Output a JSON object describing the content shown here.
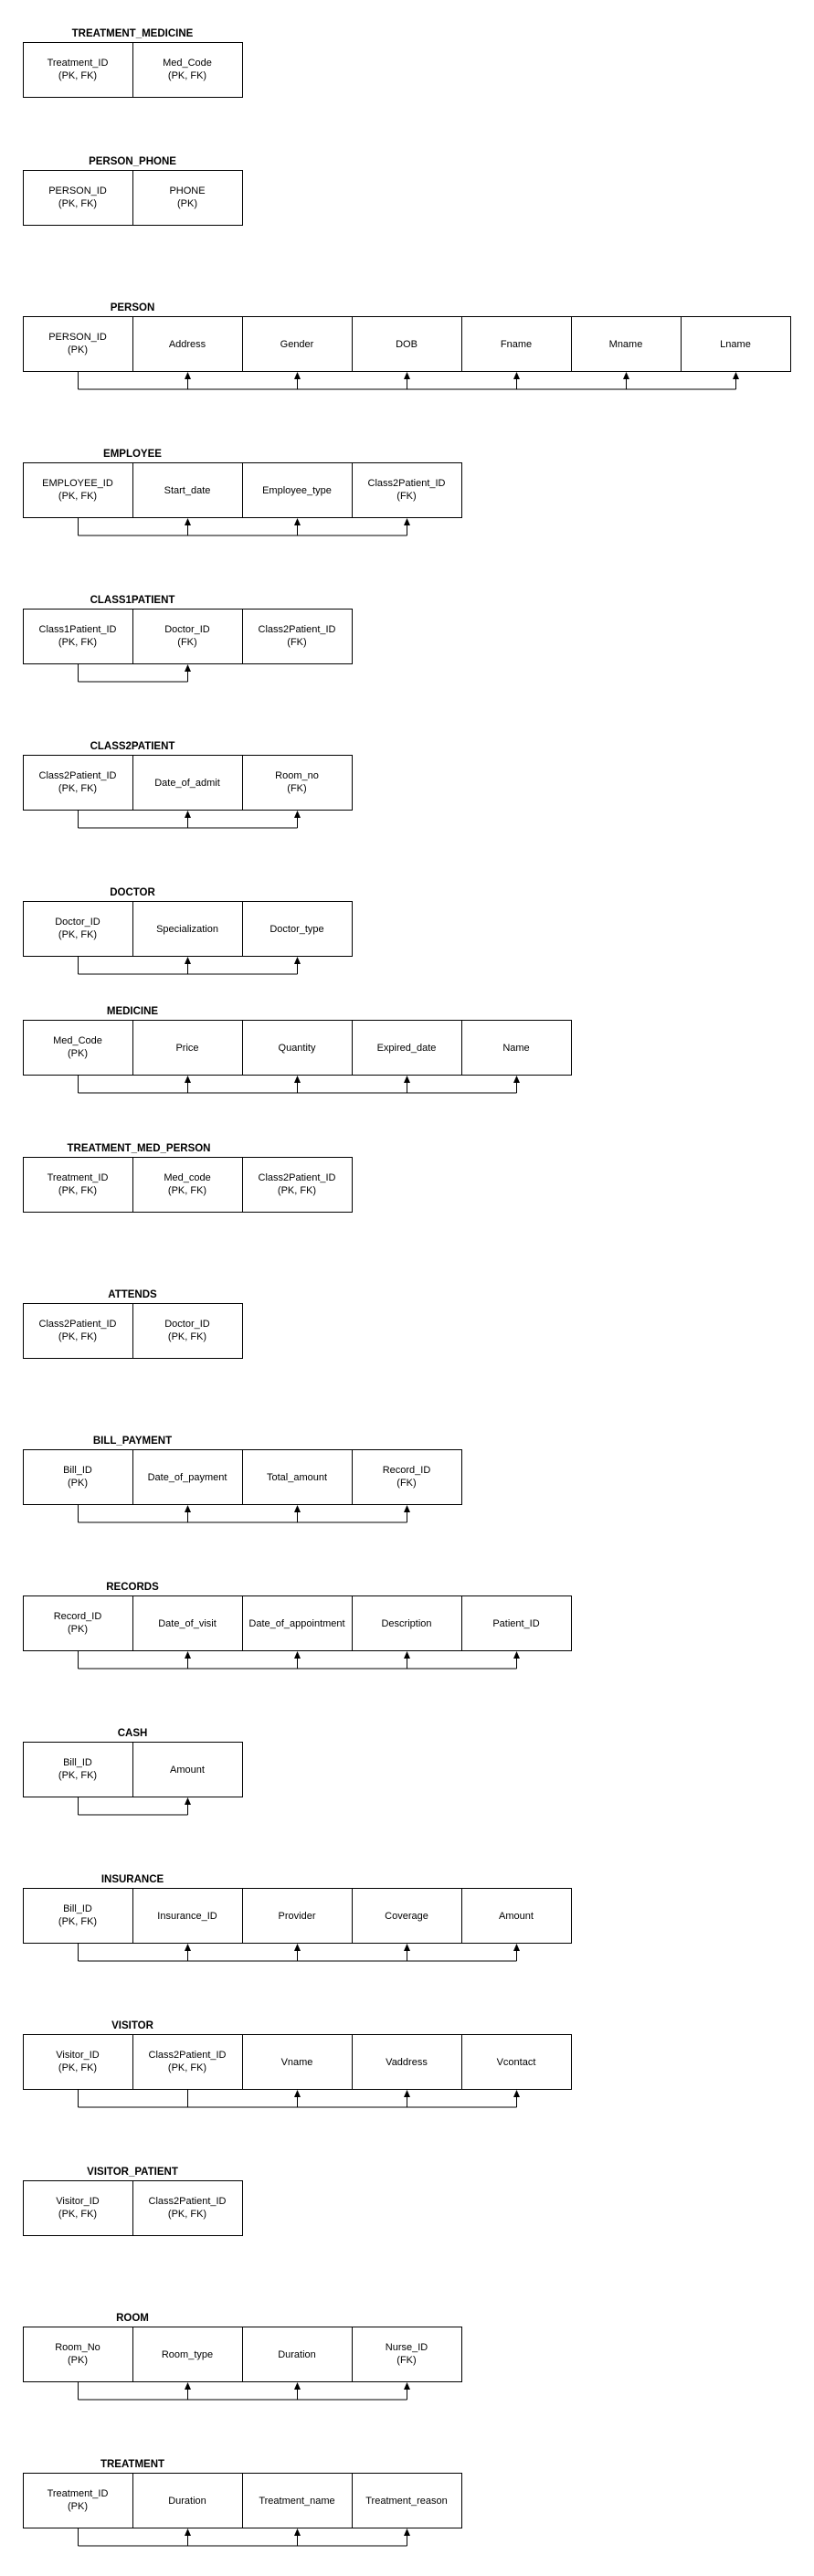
{
  "tables": [
    {
      "name": "TREATMENT_MEDICINE",
      "columns": [
        {
          "label": "Treatment_ID",
          "keys": "(PK, FK)"
        },
        {
          "label": "Med_Code",
          "keys": "(PK, FK)"
        }
      ],
      "dependencies": []
    },
    {
      "name": "PERSON_PHONE",
      "columns": [
        {
          "label": "PERSON_ID",
          "keys": "(PK, FK)"
        },
        {
          "label": "PHONE",
          "keys": "(PK)"
        }
      ],
      "dependencies": []
    },
    {
      "name": "PERSON",
      "columns": [
        {
          "label": "PERSON_ID",
          "keys": "(PK)"
        },
        {
          "label": "Address",
          "keys": ""
        },
        {
          "label": "Gender",
          "keys": ""
        },
        {
          "label": "DOB",
          "keys": ""
        },
        {
          "label": "Fname",
          "keys": ""
        },
        {
          "label": "Mname",
          "keys": ""
        },
        {
          "label": "Lname",
          "keys": ""
        }
      ],
      "dependencies": [
        {
          "from": 0,
          "to": [
            1,
            2,
            3,
            4,
            5,
            6
          ]
        }
      ]
    },
    {
      "name": "EMPLOYEE",
      "columns": [
        {
          "label": "EMPLOYEE_ID",
          "keys": "(PK, FK)"
        },
        {
          "label": "Start_date",
          "keys": ""
        },
        {
          "label": "Employee_type",
          "keys": ""
        },
        {
          "label": "Class2Patient_ID",
          "keys": "(FK)"
        }
      ],
      "dependencies": [
        {
          "from": 0,
          "to": [
            1,
            2,
            3
          ]
        }
      ]
    },
    {
      "name": "CLASS1PATIENT",
      "columns": [
        {
          "label": "Class1Patient_ID",
          "keys": "(PK, FK)"
        },
        {
          "label": "Doctor_ID",
          "keys": "(FK)"
        },
        {
          "label": "Class2Patient_ID",
          "keys": "(FK)"
        }
      ],
      "dependencies": [
        {
          "from": 0,
          "to": [
            1
          ]
        }
      ]
    },
    {
      "name": "CLASS2PATIENT",
      "columns": [
        {
          "label": "Class2Patient_ID",
          "keys": "(PK, FK)"
        },
        {
          "label": "Date_of_admit",
          "keys": ""
        },
        {
          "label": "Room_no",
          "keys": "(FK)"
        }
      ],
      "dependencies": [
        {
          "from": 0,
          "to": [
            1,
            2
          ]
        }
      ]
    },
    {
      "name": "DOCTOR",
      "columns": [
        {
          "label": "Doctor_ID",
          "keys": "(PK, FK)"
        },
        {
          "label": "Specialization",
          "keys": ""
        },
        {
          "label": "Doctor_type",
          "keys": ""
        }
      ],
      "dependencies": [
        {
          "from": 0,
          "to": [
            1,
            2
          ]
        }
      ]
    },
    {
      "name": "MEDICINE",
      "columns": [
        {
          "label": "Med_Code",
          "keys": "(PK)"
        },
        {
          "label": "Price",
          "keys": ""
        },
        {
          "label": "Quantity",
          "keys": ""
        },
        {
          "label": "Expired_date",
          "keys": ""
        },
        {
          "label": "Name",
          "keys": ""
        }
      ],
      "dependencies": [
        {
          "from": 0,
          "to": [
            1,
            2,
            3,
            4
          ]
        }
      ]
    },
    {
      "name": "TREATMENT_MED_PERSON",
      "columns": [
        {
          "label": "Treatment_ID",
          "keys": "(PK, FK)"
        },
        {
          "label": "Med_code",
          "keys": "(PK, FK)"
        },
        {
          "label": "Class2Patient_ID",
          "keys": "(PK, FK)"
        }
      ],
      "dependencies": []
    },
    {
      "name": "ATTENDS",
      "columns": [
        {
          "label": "Class2Patient_ID",
          "keys": "(PK, FK)"
        },
        {
          "label": "Doctor_ID",
          "keys": "(PK, FK)"
        }
      ],
      "dependencies": []
    },
    {
      "name": "BILL_PAYMENT",
      "columns": [
        {
          "label": "Bill_ID",
          "keys": "(PK)"
        },
        {
          "label": "Date_of_payment",
          "keys": ""
        },
        {
          "label": "Total_amount",
          "keys": ""
        },
        {
          "label": "Record_ID",
          "keys": "(FK)"
        }
      ],
      "dependencies": [
        {
          "from": 0,
          "to": [
            1,
            2,
            3
          ]
        }
      ]
    },
    {
      "name": "RECORDS",
      "columns": [
        {
          "label": "Record_ID",
          "keys": "(PK)"
        },
        {
          "label": "Date_of_visit",
          "keys": ""
        },
        {
          "label": "Date_of_appointment",
          "keys": ""
        },
        {
          "label": "Description",
          "keys": ""
        },
        {
          "label": "Patient_ID",
          "keys": ""
        }
      ],
      "dependencies": [
        {
          "from": 0,
          "to": [
            1,
            2,
            3,
            4
          ]
        }
      ]
    },
    {
      "name": "CASH",
      "columns": [
        {
          "label": "Bill_ID",
          "keys": "(PK, FK)"
        },
        {
          "label": "Amount",
          "keys": ""
        }
      ],
      "dependencies": [
        {
          "from": 0,
          "to": [
            1
          ]
        }
      ]
    },
    {
      "name": "INSURANCE",
      "columns": [
        {
          "label": "Bill_ID",
          "keys": "(PK, FK)"
        },
        {
          "label": "Insurance_ID",
          "keys": ""
        },
        {
          "label": "Provider",
          "keys": ""
        },
        {
          "label": "Coverage",
          "keys": ""
        },
        {
          "label": "Amount",
          "keys": ""
        }
      ],
      "dependencies": [
        {
          "from": 0,
          "to": [
            1,
            2,
            3,
            4
          ]
        }
      ]
    },
    {
      "name": "VISITOR",
      "columns": [
        {
          "label": "Visitor_ID",
          "keys": "(PK, FK)"
        },
        {
          "label": "Class2Patient_ID",
          "keys": "(PK, FK)"
        },
        {
          "label": "Vname",
          "keys": ""
        },
        {
          "label": "Vaddress",
          "keys": ""
        },
        {
          "label": "Vcontact",
          "keys": ""
        }
      ],
      "dependencies": [
        {
          "from": [
            0,
            1
          ],
          "to": [
            2,
            3,
            4
          ]
        }
      ]
    },
    {
      "name": "VISITOR_PATIENT",
      "columns": [
        {
          "label": "Visitor_ID",
          "keys": "(PK, FK)"
        },
        {
          "label": "Class2Patient_ID",
          "keys": "(PK, FK)"
        }
      ],
      "dependencies": []
    },
    {
      "name": "ROOM",
      "columns": [
        {
          "label": "Room_No",
          "keys": "(PK)"
        },
        {
          "label": "Room_type",
          "keys": ""
        },
        {
          "label": "Duration",
          "keys": ""
        },
        {
          "label": "Nurse_ID",
          "keys": "(FK)"
        }
      ],
      "dependencies": [
        {
          "from": 0,
          "to": [
            1,
            2,
            3
          ]
        }
      ]
    },
    {
      "name": "TREATMENT",
      "columns": [
        {
          "label": "Treatment_ID",
          "keys": "(PK)"
        },
        {
          "label": "Duration",
          "keys": ""
        },
        {
          "label": "Treatment_name",
          "keys": ""
        },
        {
          "label": "Treatment_reason",
          "keys": ""
        }
      ],
      "dependencies": [
        {
          "from": 0,
          "to": [
            1,
            2,
            3
          ]
        }
      ]
    }
  ]
}
